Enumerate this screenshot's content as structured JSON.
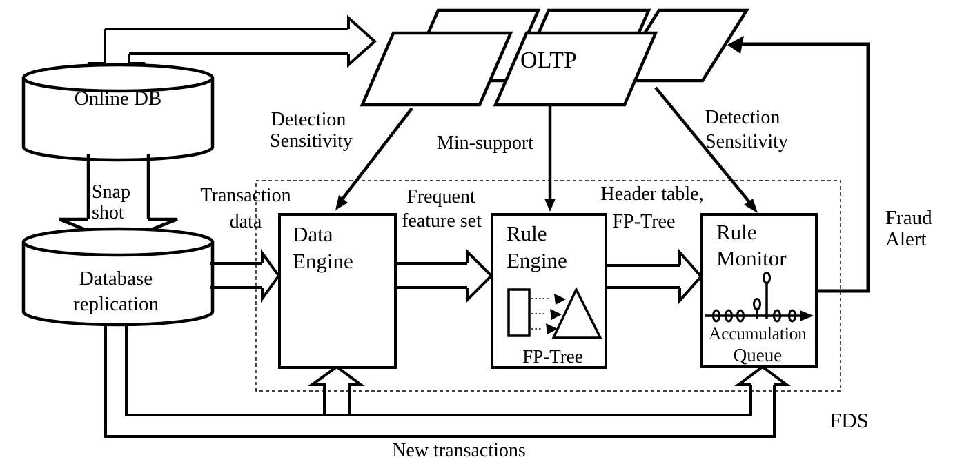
{
  "title": "Fraud Detection System (FDS) architecture diagram",
  "colors": {
    "ink": "#000000",
    "background": "#ffffff"
  },
  "nodes": {
    "online_db": {
      "label": "Online DB"
    },
    "database_replication": {
      "line1": "Database",
      "line2": "replication"
    },
    "oltp": {
      "label": "OLTP"
    },
    "data_engine": {
      "line1": "Data",
      "line2": "Engine"
    },
    "rule_engine": {
      "line1": "Rule",
      "line2": "Engine",
      "caption": "FP-Tree"
    },
    "rule_monitor": {
      "line1": "Rule",
      "line2": "Monitor",
      "caption1": "Accumulation",
      "caption2": "Queue"
    }
  },
  "region": {
    "fds": "FDS"
  },
  "labels": {
    "snapshot1": "Snap",
    "snapshot2": "shot",
    "detection_sensitivity_left1": "Detection",
    "detection_sensitivity_left2": "Sensitivity",
    "min_support": "Min-support",
    "detection_sensitivity_right1": "Detection",
    "detection_sensitivity_right2": "Sensitivity",
    "transaction_data1": "Transaction",
    "transaction_data2": "data",
    "frequent_feature1": "Frequent",
    "frequent_feature2": "feature set",
    "header_table1": "Header table,",
    "header_table2": "FP-Tree",
    "fraud_alert1": "Fraud",
    "fraud_alert2": "Alert",
    "new_transactions": "New transactions"
  }
}
